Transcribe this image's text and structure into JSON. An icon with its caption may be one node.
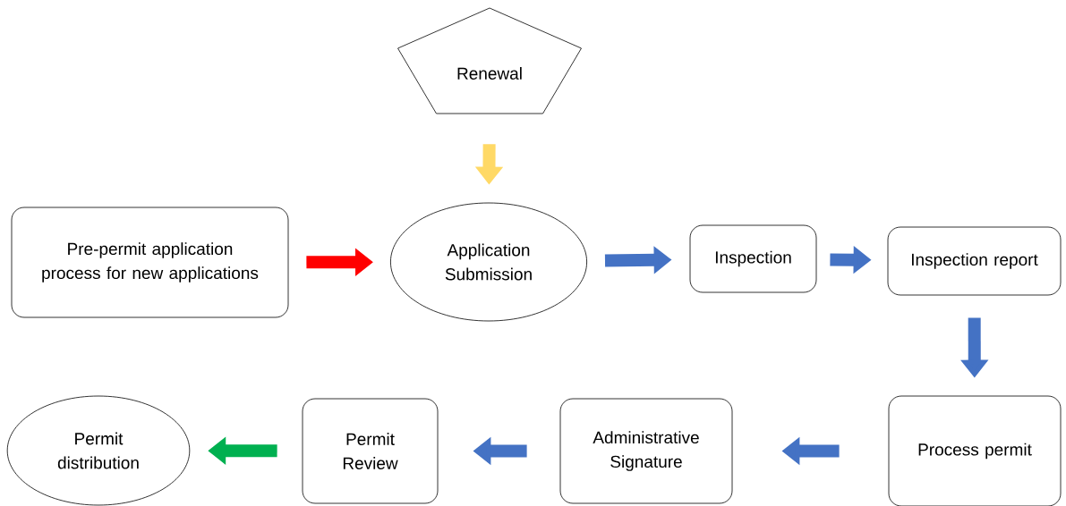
{
  "diagram": {
    "nodes": [
      {
        "text": [
          "Renewal"
        ]
      },
      {
        "text": [
          "Pre-permit application process for new applications"
        ]
      },
      {
        "text": [
          "Application Submission"
        ]
      },
      {
        "text": [
          "Inspection"
        ]
      },
      {
        "text": [
          "Inspection report"
        ]
      },
      {
        "text": [
          "Process permit"
        ]
      },
      {
        "text": [
          "Administrative Signature"
        ]
      },
      {
        "text": [
          "Permit Review"
        ]
      },
      {
        "text": [
          "Permit distribution"
        ]
      }
    ],
    "edges": [
      {
        "from": 0,
        "to": 2,
        "arrow": "to",
        "color": "#ffd966"
      },
      {
        "from": 1,
        "to": 2,
        "arrow": "to",
        "color": "#ff0000"
      },
      {
        "from": 2,
        "to": 3,
        "arrow": "to"
      },
      {
        "from": 3,
        "to": 4,
        "arrow": "to"
      },
      {
        "from": 4,
        "to": 5,
        "arrow": "to"
      },
      {
        "from": 5,
        "to": 6,
        "arrow": "to"
      },
      {
        "from": 6,
        "to": 7,
        "arrow": "to"
      },
      {
        "from": 7,
        "to": 8,
        "arrow": "to",
        "color": "#00b050"
      }
    ]
  }
}
